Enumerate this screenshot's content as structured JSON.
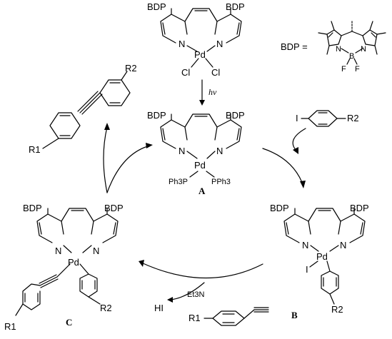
{
  "labels": {
    "bdp": "BDP",
    "n": "N",
    "pd": "Pd",
    "cl": "Cl",
    "i": "I",
    "ph3p": "Ph3P",
    "pph3": "PPh3",
    "r1": "R1",
    "r2": "R2",
    "hi": "HI",
    "et3n": "Et3N",
    "hv": "hν",
    "bdp_def": "BDP =",
    "b": "B",
    "f": "F"
  },
  "compound_labels": [
    "A",
    "B",
    "C"
  ]
}
